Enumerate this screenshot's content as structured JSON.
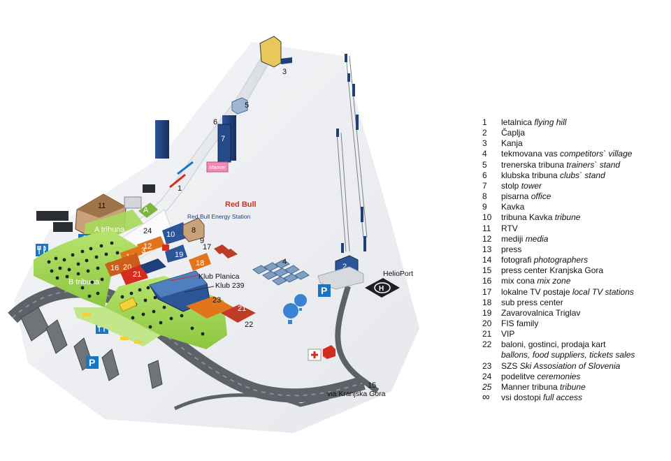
{
  "map": {
    "labels": {
      "tower_3": "3",
      "judges_5": "5",
      "clubs_6": "6",
      "tower_7": "7",
      "hill_1": "1",
      "rtv_11": "11",
      "a_marker": "A",
      "a_tribuna": "A tribuna",
      "awards_24": "24",
      "vip_10": "10",
      "office_8": "8",
      "kavka_9": "9",
      "triglav_19": "19",
      "local_tv_17": "17",
      "sub_press_18": "18",
      "media_12": "12",
      "press_13": "13",
      "photo_14": "14",
      "mix_16": "16",
      "fis_20": "20",
      "vip_21": "21",
      "b_tribuna": "B tribuna",
      "klub_planica": "Klub Planica",
      "klub_239": "Klub 239",
      "szs_23": "23",
      "vip_21b": "21",
      "balloons_22": "22",
      "village_4": "4",
      "caplja_2": "2",
      "helioport": "HelioPort",
      "helipad_h": "H",
      "parking_p": "P",
      "parking_p2": "P",
      "press_center_15": "15",
      "via_kranjska": "via Kranjska Gora",
      "red_bull": "Red Bull",
      "red_bull_station": "Red Bull Energy Station",
      "manner_brand": "Manner"
    }
  },
  "legend": [
    {
      "key": "1",
      "text": "letalnica ",
      "italic": "flying hill"
    },
    {
      "key": "2",
      "text": "Čaplja",
      "italic": ""
    },
    {
      "key": "3",
      "text": "Kanja",
      "italic": ""
    },
    {
      "key": "4",
      "text": "tekmovana vas ",
      "italic": "competitors` village"
    },
    {
      "key": "5",
      "text": "trenerska tribuna ",
      "italic": "trainers` stand"
    },
    {
      "key": "6",
      "text": "klubska tribuna ",
      "italic": "clubs` stand"
    },
    {
      "key": "7",
      "text": "stolp ",
      "italic": "tower"
    },
    {
      "key": "8",
      "text": "pisarna ",
      "italic": "office"
    },
    {
      "key": "9",
      "text": "Kavka",
      "italic": ""
    },
    {
      "key": "10",
      "text": "tribuna Kavka ",
      "italic": "tribune"
    },
    {
      "key": "11",
      "text": "RTV",
      "italic": ""
    },
    {
      "key": "12",
      "text": "mediji ",
      "italic": "media"
    },
    {
      "key": "13",
      "text": "press",
      "italic": ""
    },
    {
      "key": "14",
      "text": "fotografi ",
      "italic": "photographers"
    },
    {
      "key": "15",
      "text": "press center Kranjska Gora",
      "italic": ""
    },
    {
      "key": "16",
      "text": "mix cona ",
      "italic": "mix zone"
    },
    {
      "key": "17",
      "text": "lokalne TV postaje ",
      "italic": "local TV stations"
    },
    {
      "key": "18",
      "text": "sub press center",
      "italic": ""
    },
    {
      "key": "19",
      "text": "Zavarovalnica Triglav",
      "italic": ""
    },
    {
      "key": "20",
      "text": "FIS family",
      "italic": ""
    },
    {
      "key": "21",
      "text": "VIP",
      "italic": ""
    },
    {
      "key": "22",
      "text": "baloni, gostinci, prodaja kart",
      "italic": ""
    },
    {
      "key": "",
      "text": "",
      "italic": "ballons, food suppliers, tickets sales"
    },
    {
      "key": "23",
      "text": "SZS ",
      "italic": "Ski Assosiation of Slovenia"
    },
    {
      "key": "24",
      "text": "podelitve ",
      "italic": "ceremonies"
    },
    {
      "key": "25",
      "text": "Manner tribuna ",
      "italic": "tribune",
      "key_italic": true
    },
    {
      "key": "∞",
      "text": "vsi dostopi ",
      "italic": "full access",
      "symbol": true
    }
  ],
  "colors": {
    "tower_blue": "#1f3f7a",
    "grass": "#a6d95a",
    "road": "#5d6168",
    "orange": "#e2741c",
    "red": "#d42c1e",
    "accent_blue": "#1a74c4"
  },
  "icons": [
    "parking-icon",
    "restaurant-icon",
    "wheelchair-icon",
    "first-aid-icon",
    "helipad-icon",
    "balloon-icon",
    "infinity-icon"
  ]
}
